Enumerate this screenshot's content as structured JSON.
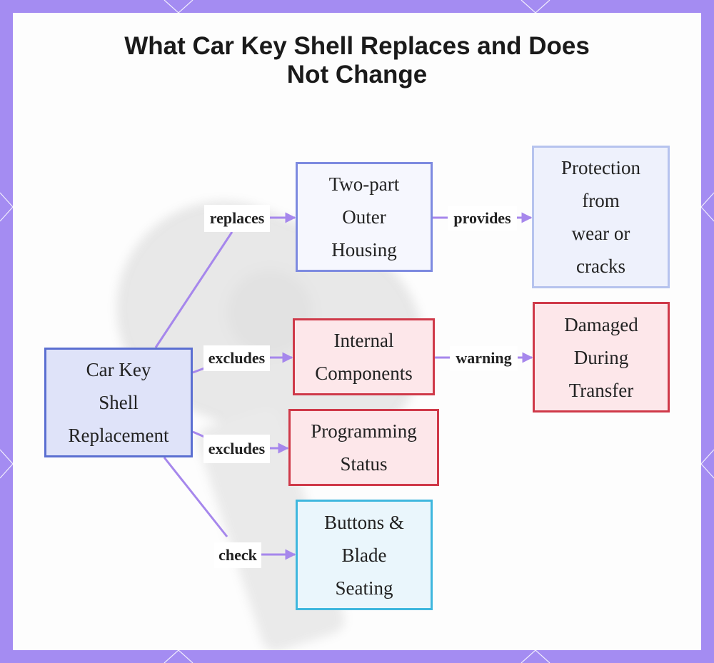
{
  "title": {
    "line1": "What Car Key Shell Replaces and Does",
    "line2": "Not Change"
  },
  "colors": {
    "frame": "#a48cf2",
    "edge": "#a687ec",
    "main_fill": "#dfe3f9",
    "main_border": "#5b6fd1",
    "red_fill": "#fde7ea",
    "red_border": "#cf3949",
    "cyan_border": "#3fb7de"
  },
  "nodes": {
    "main": {
      "lines": [
        "Car Key",
        "Shell",
        "Replacement"
      ]
    },
    "housing": {
      "lines": [
        "Two-part",
        "Outer",
        "Housing"
      ]
    },
    "protection": {
      "lines": [
        "Protection",
        "from",
        "wear or",
        "cracks"
      ]
    },
    "internal": {
      "lines": [
        "Internal",
        "Components"
      ]
    },
    "damaged": {
      "lines": [
        "Damaged",
        "During",
        "Transfer"
      ]
    },
    "programming": {
      "lines": [
        "Programming",
        "Status"
      ]
    },
    "buttons": {
      "lines": [
        "Buttons &",
        "Blade",
        "Seating"
      ]
    }
  },
  "edges": {
    "replaces": "replaces",
    "provides": "provides",
    "excludes_internal": "excludes",
    "warning": "warning",
    "excludes_programming": "excludes",
    "check": "check"
  }
}
